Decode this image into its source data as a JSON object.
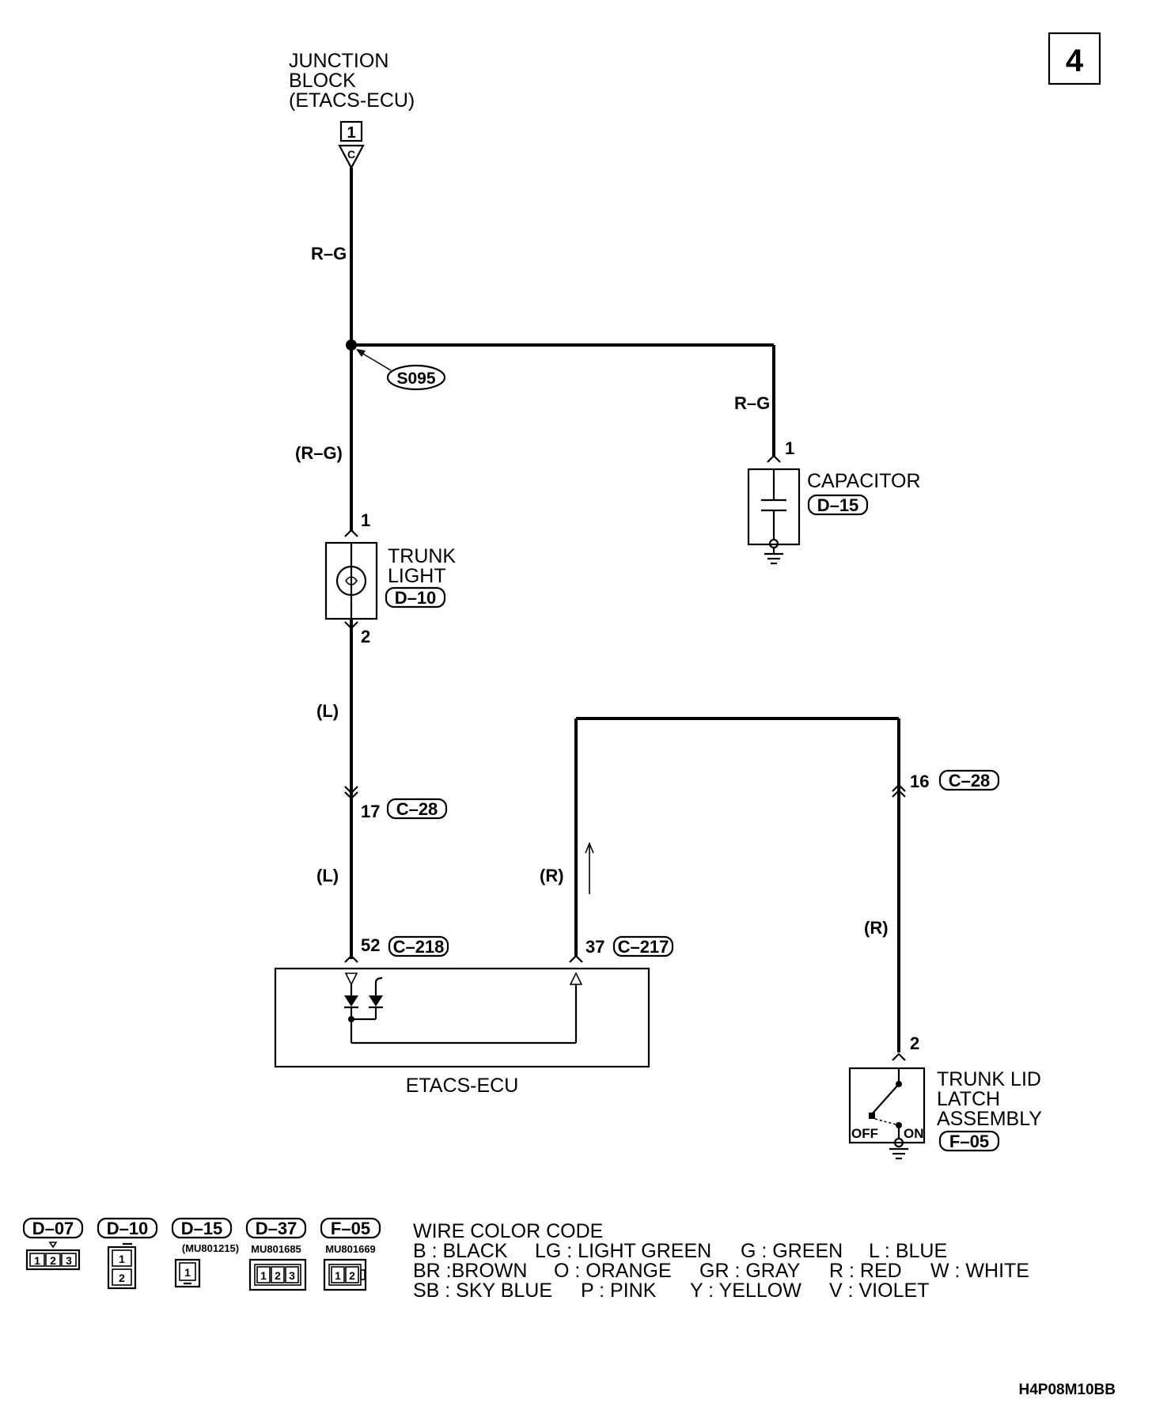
{
  "page_number": "4",
  "junction_block": {
    "title_line1": "JUNCTION",
    "title_line2": "BLOCK",
    "title_line3": "(ETACS-ECU)",
    "box_number": "1",
    "connector_letter": "C"
  },
  "wires": {
    "rg_top": "R–G",
    "rg_branch": "R–G",
    "rg_paren": "(R–G)",
    "l_upper": "(L)",
    "l_lower": "(L)",
    "r_left": "(R)",
    "r_right": "(R)"
  },
  "splice": "S095",
  "capacitor": {
    "name": "CAPACITOR",
    "connector": "D–15",
    "pin": "1"
  },
  "trunk_light": {
    "name_line1": "TRUNK",
    "name_line2": "LIGHT",
    "connector": "D–10",
    "pin_top": "1",
    "pin_bottom": "2"
  },
  "junction_pins": {
    "pin17": "17",
    "pin17_connector": "C–28",
    "pin16": "16",
    "pin16_connector": "C–28"
  },
  "ecu": {
    "name": "ETACS-ECU",
    "pin52": "52",
    "pin52_connector": "C–218",
    "pin37": "37",
    "pin37_connector": "C–217"
  },
  "latch": {
    "name_line1": "TRUNK LID",
    "name_line2": "LATCH",
    "name_line3": "ASSEMBLY",
    "connector": "F–05",
    "pin": "2",
    "off_label": "OFF",
    "on_label": "ON"
  },
  "legend_connectors": [
    {
      "id": "D–07",
      "part": "",
      "pins": [
        "1",
        "2",
        "3"
      ]
    },
    {
      "id": "D–10",
      "part": "",
      "pins": [
        "1",
        "2"
      ]
    },
    {
      "id": "D–15",
      "part": "(MU801215)",
      "pins": [
        "1"
      ]
    },
    {
      "id": "D–37",
      "part": "MU801685",
      "pins": [
        "1",
        "2",
        "3"
      ]
    },
    {
      "id": "F–05",
      "part": "MU801669",
      "pins": [
        "1",
        "2"
      ]
    }
  ],
  "wire_color_code": {
    "title": "WIRE COLOR CODE",
    "rows": [
      [
        "B : BLACK",
        "LG : LIGHT GREEN",
        "G : GREEN",
        "L : BLUE"
      ],
      [
        "BR :BROWN",
        "O : ORANGE",
        "GR : GRAY",
        "R : RED",
        "W : WHITE"
      ],
      [
        "SB : SKY BLUE",
        "P : PINK",
        "Y : YELLOW",
        "V : VIOLET"
      ]
    ]
  },
  "diagram_code": "H4P08M10BB"
}
